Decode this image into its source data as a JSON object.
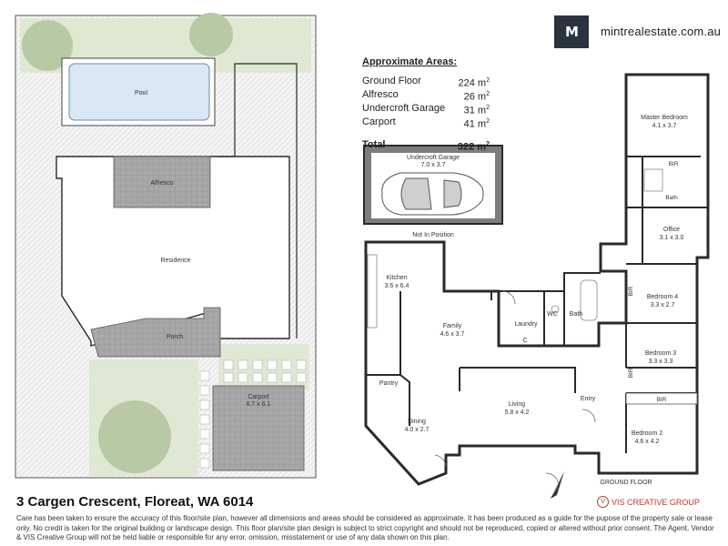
{
  "brand": {
    "logo_text": "M",
    "website": "mintrealestate.com.au"
  },
  "areas": {
    "heading": "Approximate Areas:",
    "rows": [
      {
        "name": "Ground Floor",
        "value": "224 m",
        "unit_sup": "2"
      },
      {
        "name": "Alfresco",
        "value": "26 m",
        "unit_sup": "2"
      },
      {
        "name": "Undercroft Garage",
        "value": "31 m",
        "unit_sup": "2"
      },
      {
        "name": "Carport",
        "value": "41 m",
        "unit_sup": "2"
      }
    ],
    "total": {
      "name": "Total",
      "value": "322 m",
      "unit_sup": "2"
    }
  },
  "site_plan": {
    "pool": "Pool",
    "alfresco": "Alfresco",
    "residence": "Residence",
    "porch": "Porch",
    "carport": "Carport",
    "carport_dims": "6.7 x 6.1"
  },
  "floor_plan": {
    "rooms": [
      {
        "id": "master",
        "name": "Master Bedroom",
        "dims": "4.1 x 3.7"
      },
      {
        "id": "garage",
        "name": "Undercroft Garage",
        "dims": "7.0 x 3.7"
      },
      {
        "id": "office",
        "name": "Office",
        "dims": "3.1 x 3.0"
      },
      {
        "id": "kitchen",
        "name": "Kitchen",
        "dims": "3.6 x 6.4"
      },
      {
        "id": "family",
        "name": "Family",
        "dims": "4.6 x 3.7"
      },
      {
        "id": "bed4",
        "name": "Bedroom 4",
        "dims": "3.3 x 2.7"
      },
      {
        "id": "bed3",
        "name": "Bedroom 3",
        "dims": "3.3 x 3.3"
      },
      {
        "id": "living",
        "name": "Living",
        "dims": "5.8 x 4.2"
      },
      {
        "id": "dining",
        "name": "Dining",
        "dims": "4.0 x 2.7"
      },
      {
        "id": "bed2",
        "name": "Bedroom 2",
        "dims": "4.6 x 4.2"
      }
    ],
    "labels": {
      "bir_master": "BIR",
      "bath_master": "Bath",
      "not_in_position": "Not In Position",
      "laundry": "Laundry",
      "wc": "WC",
      "bath": "Bath",
      "c": "C",
      "bir_bed4": "BIR",
      "bir_bed3": "BIR",
      "bir_bed2": "BIR",
      "pantry": "Pantry",
      "entry": "Entry",
      "ground_floor": "GROUND FLOOR"
    }
  },
  "address": "3 Cargen Crescent, Floreat, WA 6014",
  "credit": {
    "badge": "V",
    "text": "VIS CREATIVE GROUP"
  },
  "disclaimer": "Care has been taken to ensure the accuracy of this floor/site plan, however all dimensions and areas should be considered as approximate. It has been produced as a guide for the pupose of the property sale or lease only. No credit is taken for the original building or landscape design. This floor plan/site plan design is subject to strict copyright and should not be reproduced, copied or altered without prior consent. The Agent, Vendor & VIS Creative Group will not be held liable or responsible for any error, omission, misstatement or use of any data shown on this plan.",
  "colors": {
    "lawn": "#dfe8d2",
    "tree": "#b7c9a5",
    "pool": "#d9e8f5",
    "deck": "#9a9a9a",
    "garage": "#7d7d7d",
    "wall": "#2a2a2a",
    "brand": "#2a3441",
    "credit": "#c0392b"
  }
}
